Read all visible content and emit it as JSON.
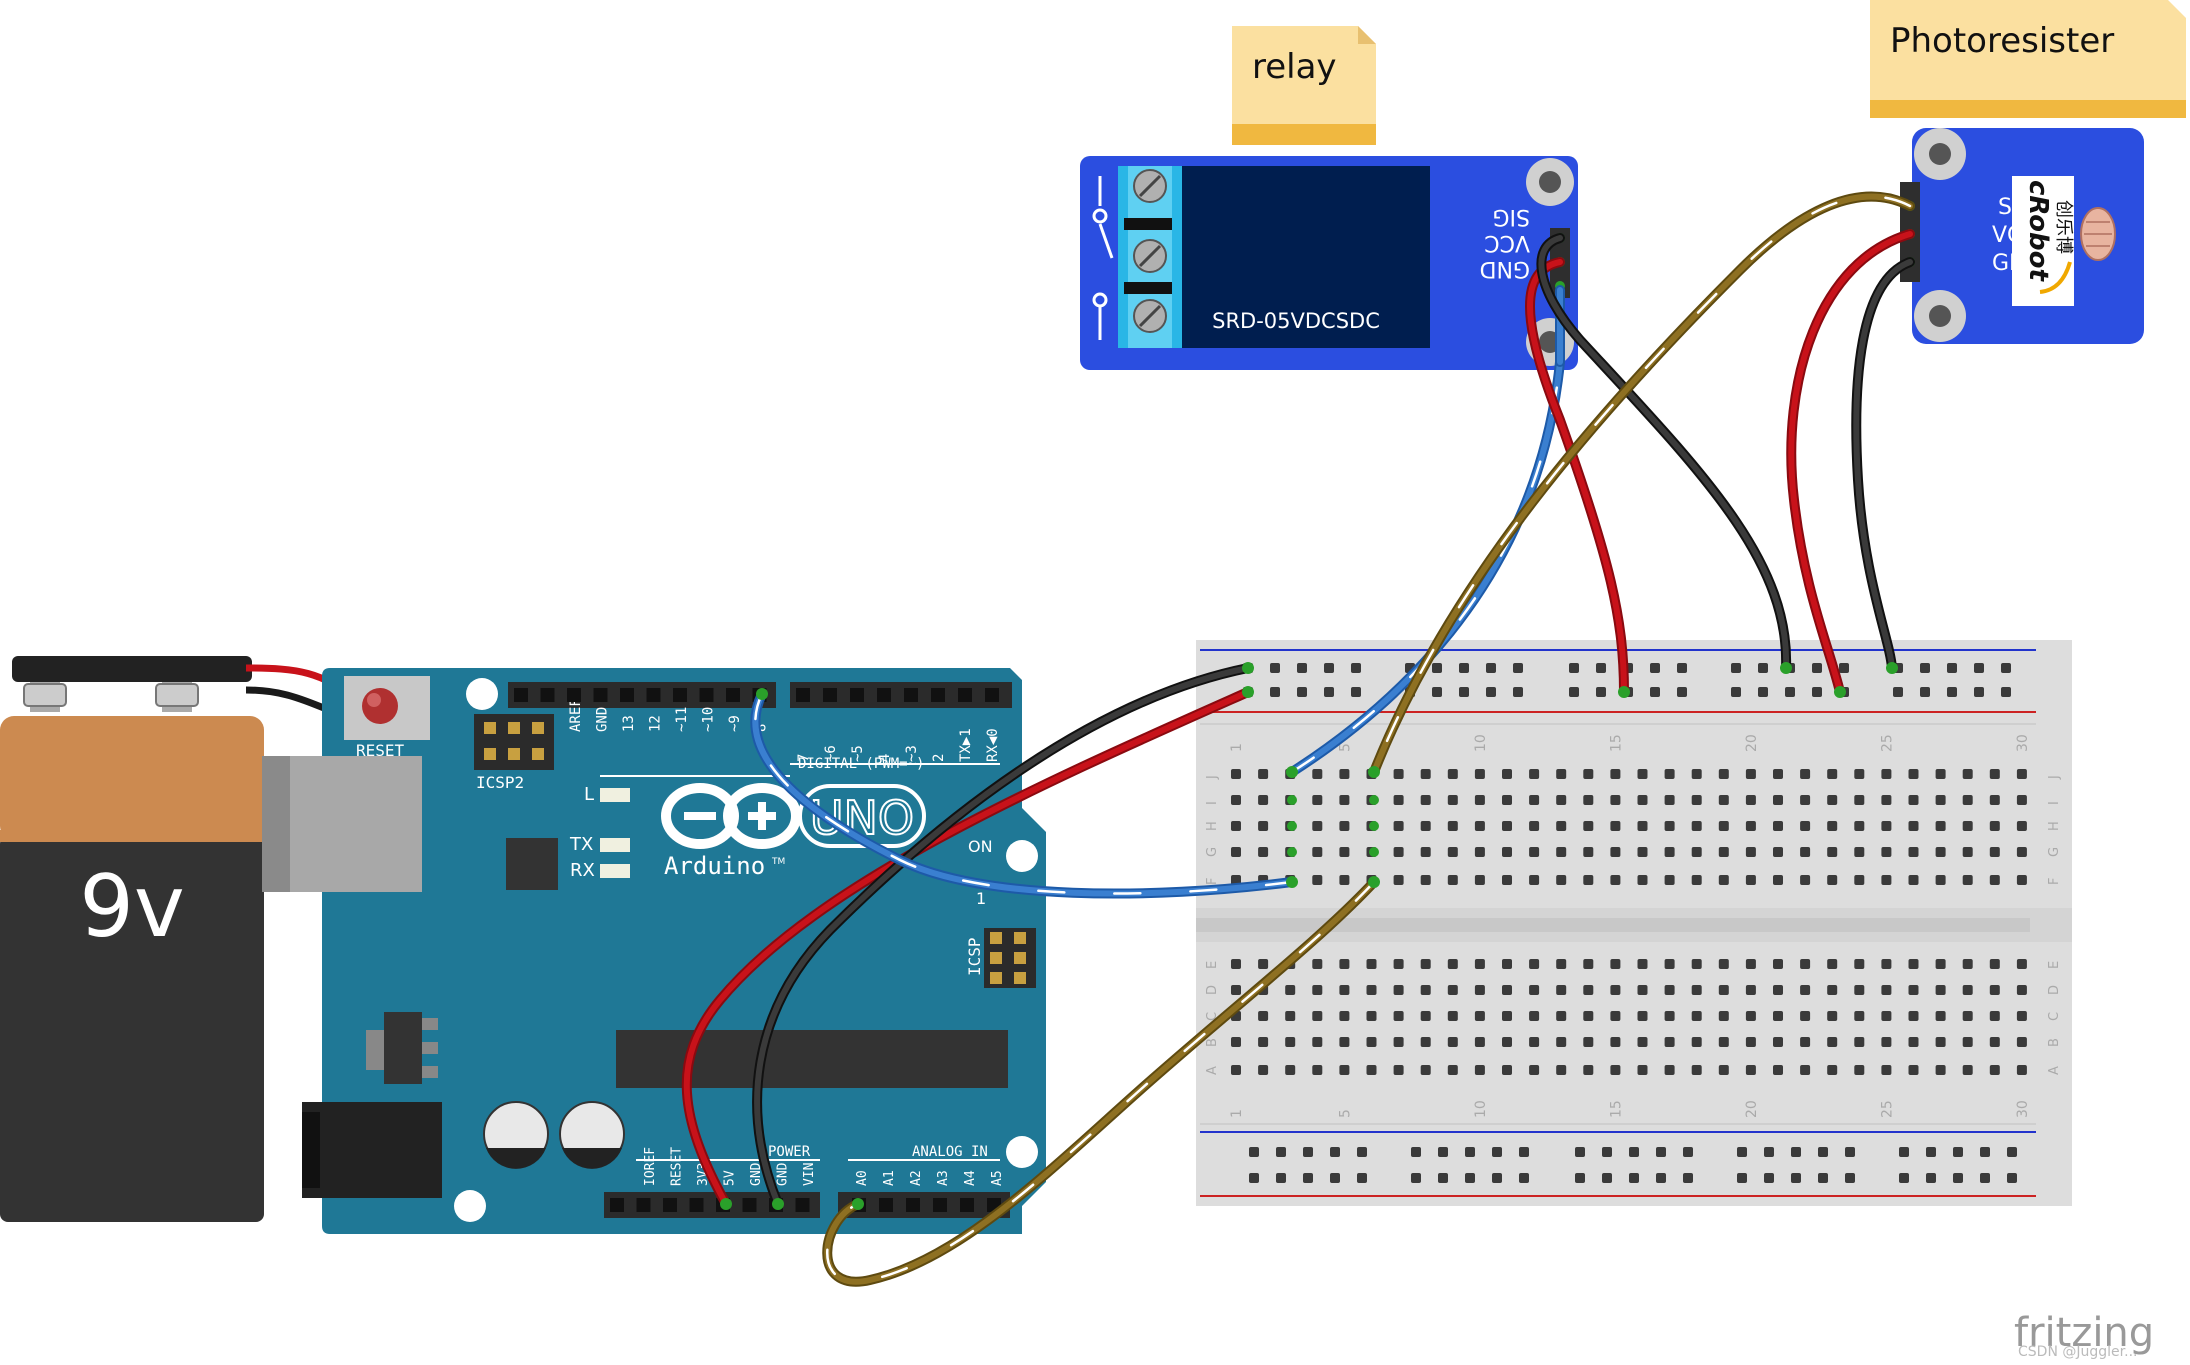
{
  "notes": {
    "relay_label": "relay",
    "photoresistor_label": "Photoresister"
  },
  "battery": {
    "label": "9v"
  },
  "arduino": {
    "reset_label": "RESET",
    "icsp2_label": "ICSP2",
    "icsp_label": "ICSP",
    "brand_label": "Arduino",
    "model_label": "UNO",
    "trademark": "TM",
    "digital_label": "DIGITAL (PWM=~)",
    "power_label": "POWER",
    "analog_label": "ANALOG IN",
    "on_label": "ON",
    "led_l": "L",
    "led_tx": "TX",
    "led_rx": "RX",
    "digital_pins_left": [
      "AREF",
      "GND",
      "13",
      "12",
      "~11",
      "~10",
      "~9",
      "8"
    ],
    "digital_pins_right": [
      "7",
      "~6",
      "~5",
      "4",
      "~3",
      "2",
      "TX▶1",
      "RX◀0"
    ],
    "power_pins": [
      "IOREF",
      "RESET",
      "3V3",
      "5V",
      "GND",
      "GND",
      "VIN"
    ],
    "analog_pins": [
      "A0",
      "A1",
      "A2",
      "A3",
      "A4",
      "A5"
    ]
  },
  "relay_module": {
    "part_label": "SRD-05VDCSDC",
    "pins": [
      "GND",
      "VCC",
      "SIG"
    ]
  },
  "photoresistor_module": {
    "pins": [
      "SIG",
      "VCC",
      "GND"
    ],
    "brand": "cRobot",
    "brand_cn": "创乐博"
  },
  "breadboard": {
    "column_numbers": [
      "1",
      "5",
      "10",
      "15",
      "20",
      "25",
      "30"
    ],
    "row_letters_top": [
      "J",
      "I",
      "H",
      "G",
      "F"
    ],
    "row_letters_bottom": [
      "E",
      "D",
      "C",
      "B",
      "A"
    ]
  },
  "footer": {
    "logo": "fritzing",
    "watermark": "CSDN @Juggler..."
  },
  "colors": {
    "arduino_board": "#1f7896",
    "module_blue": "#2b4ee0",
    "note_yellow": "#fbe0a0",
    "wire_red": "#c8121a",
    "wire_black": "#2a2a2a",
    "wire_blue": "#3a7fd0",
    "wire_olive": "#8e7022"
  }
}
